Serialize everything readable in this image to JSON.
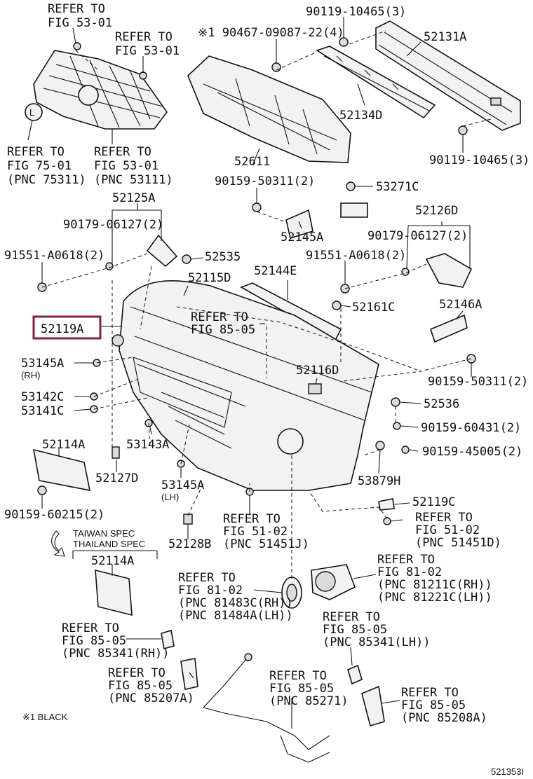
{
  "labels": {
    "refer_fig53_grille_top": [
      "REFER TO",
      "FIG 53-01"
    ],
    "refer_fig53_grille_right": [
      "REFER TO",
      "FIG 53-01"
    ],
    "refer_fig75": [
      "REFER TO",
      "FIG 75-01",
      "(PNC 75311)"
    ],
    "refer_fig53_pnc": [
      "REFER TO",
      "FIG 53-01",
      "(PNC 53111)"
    ],
    "p90119_top": "90119-10465(3)",
    "p90467": "※1 90467-09087-22(4)",
    "p52131A": "52131A",
    "p52134D": "52134D",
    "p90119_bottom": "90119-10465(3)",
    "p52611": "52611",
    "p90159_50311_top": "90159-50311(2)",
    "p53271C": "53271C",
    "p52125A": "52125A",
    "p90179_left": "90179-06127(2)",
    "p52145A_top": "52145A",
    "p52126D": "52126D",
    "p90179_right": "90179-06127(2)",
    "p91551_left": "91551-A0618(2)",
    "p52535": "52535",
    "p52144E": "52144E",
    "p91551_right": "91551-A0618(2)",
    "p52115D": "52115D",
    "p52161C": "52161C",
    "p52146A": "52146A",
    "p52119A": "52119A",
    "refer_fig85_top": [
      "REFER TO",
      "FIG 85-05"
    ],
    "p53145A_rh": [
      "53145A",
      "(RH)"
    ],
    "p52116D": "52116D",
    "p90159_50311_right": "90159-50311(2)",
    "p53142C": "53142C",
    "p53141C": "53141C",
    "p52536": "52536",
    "p90159_60431": "90159-60431(2)",
    "p52114A_top": "52114A",
    "p53143A": "53143A",
    "p90159_45005": "90159-45005(2)",
    "p52127D": "52127D",
    "p53145A_lh": [
      "53145A",
      "(LH)"
    ],
    "p53879H": "53879H",
    "p90159_60215": "90159-60215(2)",
    "p52119C": "52119C",
    "refer_fig51_mid": [
      "REFER TO",
      "FIG 51-02",
      "(PNC 51451J)"
    ],
    "refer_fig51_right": [
      "REFER TO",
      "FIG 51-02",
      "(PNC 51451D)"
    ],
    "taiwan_spec": "TAIWAN SPEC",
    "thailand_spec": "THAILAND SPEC",
    "p52114A_bottom": "52114A",
    "p52128B": "52128B",
    "refer_fig81_right": [
      "REFER TO",
      "FIG 81-02",
      "(PNC 81211C(RH))",
      "(PNC 81221C(LH))"
    ],
    "refer_fig81_left": [
      "REFER TO",
      "FIG 81-02",
      "(PNC 81483C(RH))",
      "(PNC 81484A(LH))"
    ],
    "refer_fig85_rh": [
      "REFER TO",
      "FIG 85-05",
      "(PNC 85341(RH))"
    ],
    "refer_fig85_lh": [
      "REFER TO",
      "FIG 85-05",
      "(PNC 85341(LH))"
    ],
    "refer_fig85_207": [
      "REFER TO",
      "FIG 85-05",
      "(PNC 85207A)"
    ],
    "refer_fig85_271": [
      "REFER TO",
      "FIG 85-05",
      "(PNC 85271)"
    ],
    "refer_fig85_208": [
      "REFER TO",
      "FIG 85-05",
      "(PNC 85208A)"
    ],
    "note_black": "※1 BLACK",
    "figure_code": "521353I"
  },
  "colors": {
    "highlight": "#8b1e3f",
    "line": "#111111",
    "part_fill": "#f2f2f2"
  }
}
